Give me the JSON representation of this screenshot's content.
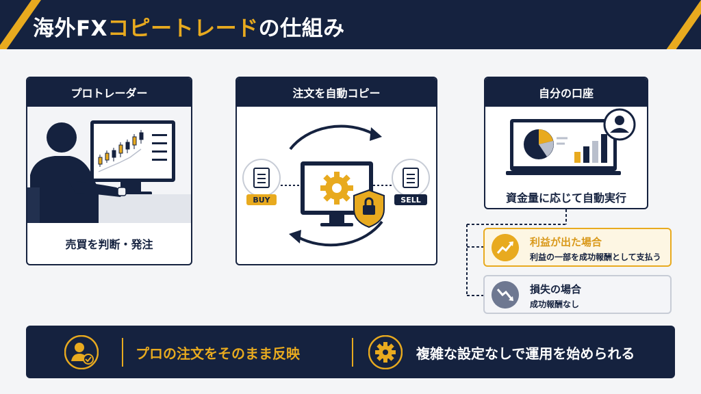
{
  "header": {
    "title_part1": "海外FX",
    "title_highlight": "コピートレード",
    "title_part2": "の仕組み"
  },
  "steps": [
    {
      "heading": "プロトレーダー",
      "caption": "売買を判断・発注"
    },
    {
      "heading": "注文を自動コピー",
      "buy_label": "BUY",
      "sell_label": "SELL"
    },
    {
      "heading": "自分の口座",
      "caption": "資金量に応じて自動実行"
    }
  ],
  "results": {
    "profit": {
      "title": "利益が出た場合",
      "description": "利益の一部を成功報酬として支払う"
    },
    "loss": {
      "title": "損失の場合",
      "description": "成功報酬なし"
    }
  },
  "footer": {
    "point1": "プロの注文をそのまま反映",
    "point2": "複雑な設定なしで運用を始められる"
  },
  "colors": {
    "navy": "#15223f",
    "gold": "#e8aa1f",
    "background": "#f4f5f7"
  },
  "icons": [
    "trader-icon",
    "arrow-right-icon",
    "gear-icon",
    "lock-icon",
    "document-icon",
    "monitor-icon",
    "user-icon",
    "pie-chart-icon",
    "bar-chart-icon",
    "trend-up-icon",
    "trend-down-icon",
    "user-check-icon"
  ]
}
